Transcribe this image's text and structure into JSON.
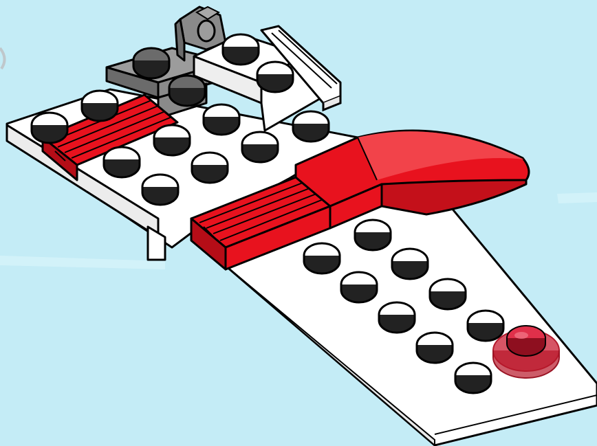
{
  "scene": {
    "description_free": true,
    "colors": {
      "background": "#c4ecf6",
      "background_glare": "#d6f4fa",
      "brick_white": "#ffffff",
      "brick_white_shade": "#e9e9e9",
      "brick_red": "#e8121e",
      "brick_red_light": "#f2434a",
      "brick_red_dark": "#b50d17",
      "brick_gray": "#8a8a8a",
      "brick_gray_light": "#9c9c9c",
      "brick_gray_dark": "#6b6b6b",
      "trans_red": "#c81c32",
      "outline": "#000000",
      "stud_hole": "#111111"
    },
    "parts": [
      "white-wing-plate",
      "white-main-plate",
      "gray-plate",
      "gray-clip-part",
      "white-tile-rail",
      "red-grille-tile-left",
      "red-grille-tile-right",
      "red-curved-slope",
      "trans-red-round-plate"
    ]
  }
}
